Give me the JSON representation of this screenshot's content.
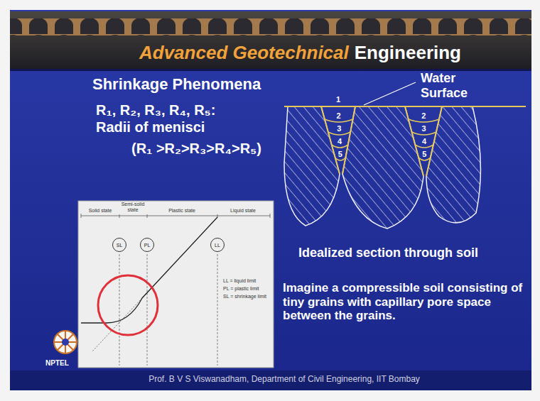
{
  "diagram": {
    "title": "Shrinkage Phenomena",
    "nodes": [
      {
        "text": [
          "SL"
        ]
      },
      {
        "text": [
          "PL"
        ]
      },
      {
        "text": [
          "LL"
        ]
      }
    ],
    "labels": [
      "Advanced Geotechnical",
      "Engineering",
      "R₁, R₂, R₃, R₄, R₅:",
      "Radii of menisci",
      "(R₁ >R₂>R₃>R₄>R₅)",
      "Water Surface",
      "1",
      "2",
      "3",
      "4",
      "5",
      "2",
      "3",
      "4",
      "5",
      "Idealized section through soil",
      "Imagine a compressible soil consisting of tiny grains with capillary pore space between the grains.",
      "Solid state",
      "Semi-solid state",
      "Plastic state",
      "Liquid state",
      "LL = liquid limit",
      "PL = plastic limit",
      "SL = shrinkage limit",
      "NPTEL",
      "Prof. B V S Viswanadham, Department of Civil Engineering, IIT Bombay"
    ]
  }
}
